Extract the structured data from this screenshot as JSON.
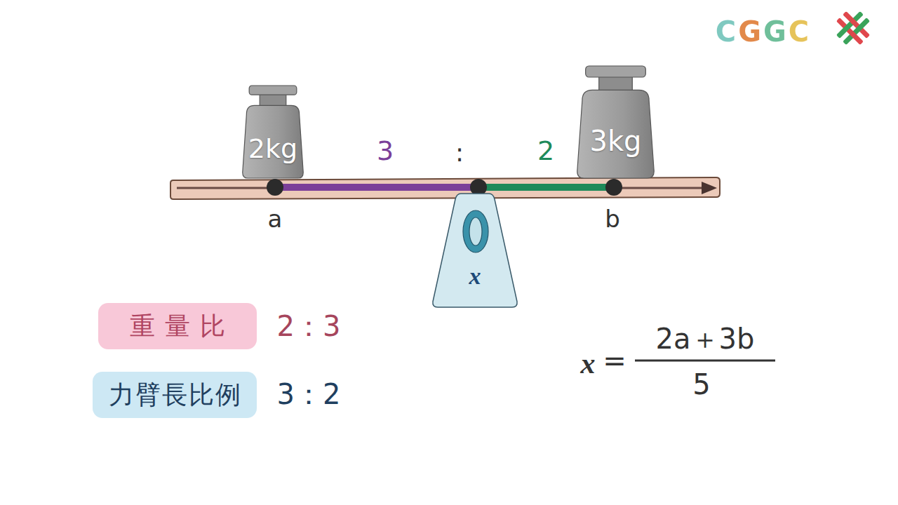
{
  "diagram": {
    "nodes": [
      {
        "text": [
          "2kg"
        ]
      },
      {
        "text": [
          "3kg"
        ]
      },
      {
        "text": [
          "x"
        ]
      },
      {
        "text": [
          "重量比"
        ]
      },
      {
        "text": [
          "力臂長比例"
        ]
      }
    ],
    "labels": [
      "CGGC",
      "3",
      ":",
      "2",
      "a",
      "b",
      "2：3",
      "3：2",
      "x",
      "=",
      "2a＋3b",
      "5"
    ]
  }
}
